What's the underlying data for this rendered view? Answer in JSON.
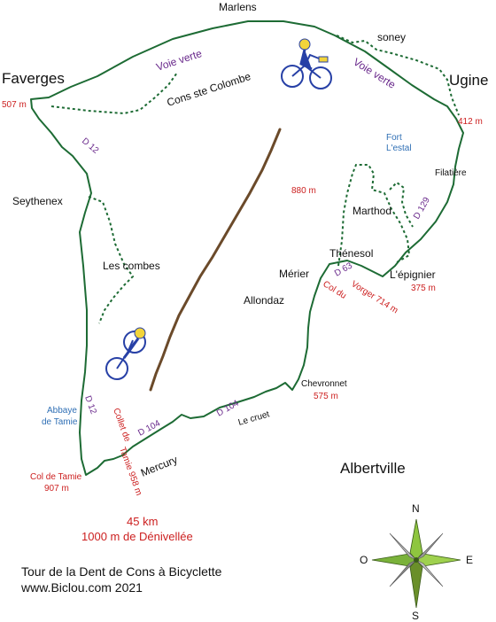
{
  "places": {
    "marlens": "Marlens",
    "soney": "soney",
    "faverges": "Faverges",
    "ugine": "Ugine",
    "cons_ste_colombe": "Cons ste Colombe",
    "seythenex": "Seythenex",
    "les_combes": "Les combes",
    "fort_lestal_1": "Fort",
    "fort_lestal_2": "L'estal",
    "filatiere": "Filatière",
    "marthod": "Marthod",
    "thenesol": "Thénesol",
    "merier": "Mérier",
    "lepignier": "L'épignier",
    "allondaz": "Allondaz",
    "chevronnet": "Chevronnet",
    "abbaye_1": "Abbaye",
    "abbaye_2": "de Tamie",
    "le_cruet": "Le cruet",
    "mercury": "Mercury",
    "albertville": "Albertville",
    "col_tamie_1": "Col de Tamie",
    "col_vorger_1": "Col du",
    "col_vorger_2": "Vorger 714 m",
    "collet_1": "Collet de",
    "collet_2": "Tamie 958 m"
  },
  "elevations": {
    "faverges": "507 m",
    "ugine": "412 m",
    "point_880": "880 m",
    "lepignier": "375 m",
    "chevronnet": "575 m",
    "col_tamie": "907 m"
  },
  "roads": {
    "voie_verte_left": "Voie verte",
    "voie_verte_right": "Voie verte",
    "d12_top": "D 12",
    "d12_bottom": "D 12",
    "d129": "D 129",
    "d63": "D 63",
    "d104_left": "D 104",
    "d104_right": "D 104"
  },
  "stats": {
    "distance": "45 km",
    "elevation_gain": "1000 m de Dénivellée"
  },
  "footer": {
    "title": "Tour de la Dent de Cons à Bicyclette",
    "credit": "www.Biclou.com 2021"
  },
  "compass": {
    "north": "N",
    "south": "S",
    "east": "E",
    "west": "O"
  },
  "colors": {
    "route": "#1d6b34",
    "ridge": "#6b4a2a",
    "elevation_text": "#cc1f1f",
    "road_text": "#6a2a8c",
    "site_text": "#2f6fb5",
    "compass_green": "#8ec63f"
  }
}
